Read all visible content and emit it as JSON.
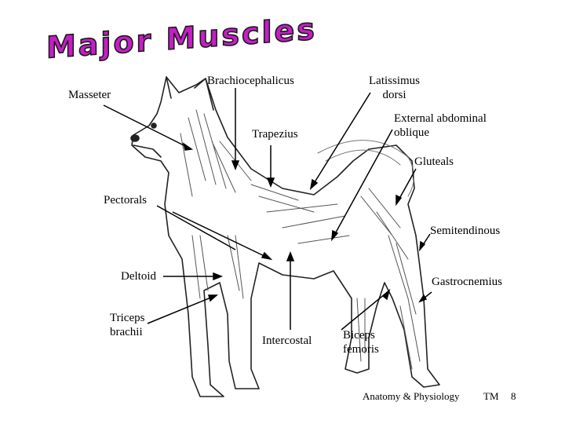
{
  "slide": {
    "title": "Major Muscles",
    "title_fill": "#c51ec5",
    "title_stroke": "#1a1a1a"
  },
  "labels": {
    "masseter": "Masseter",
    "brachiocephalicus": "Brachiocephalicus",
    "latissimus_dorsi": "Latissimus\ndorsi",
    "external_abdominal_oblique": "External abdominal\noblique",
    "trapezius": "Trapezius",
    "gluteals": "Gluteals",
    "pectorals": "Pectorals",
    "semitendinosus": "Semitendinous",
    "deltoid": "Deltoid",
    "gastrocnemius": "Gastrocnemius",
    "triceps_brachii": "Triceps\nbrachii",
    "intercostal": "Intercostal",
    "biceps_femoris": "Biceps\nfemoris"
  },
  "footer": {
    "course": "Anatomy & Physiology",
    "mark": "TM",
    "page": "8"
  }
}
